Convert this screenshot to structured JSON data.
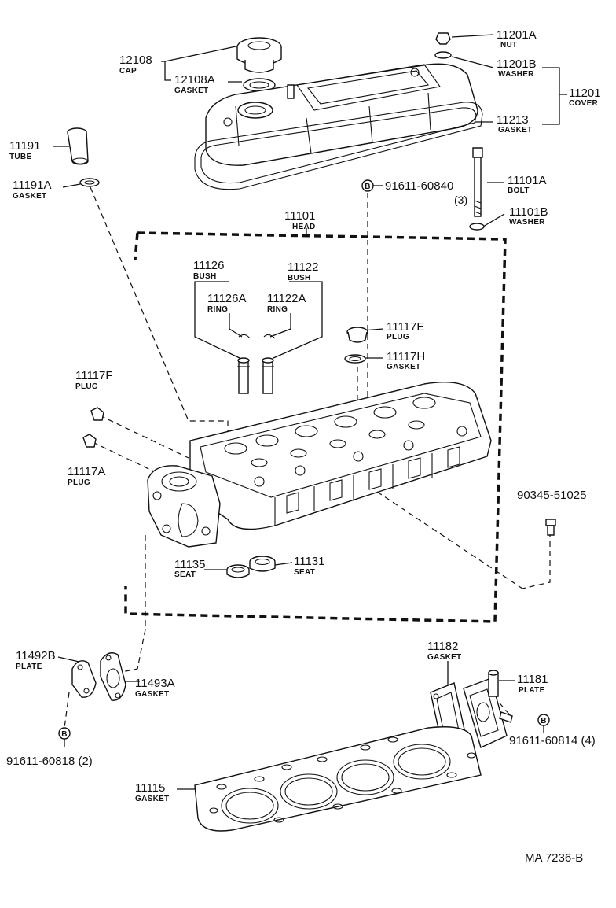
{
  "labels": {
    "p12108": {
      "num": "12108",
      "name": "CAP"
    },
    "p12108A": {
      "num": "12108A",
      "name": "GASKET"
    },
    "p11201A": {
      "num": "11201A",
      "name": "NUT"
    },
    "p11201B": {
      "num": "11201B",
      "name": "WASHER"
    },
    "p11201": {
      "num": "11201",
      "name": "COVER"
    },
    "p11213": {
      "num": "11213",
      "name": "GASKET"
    },
    "p11191": {
      "num": "11191",
      "name": "TUBE"
    },
    "p11191A": {
      "num": "11191A",
      "name": "GASKET"
    },
    "p91611_60840": {
      "num": "91611-60840",
      "qty": "(3)"
    },
    "p11101A": {
      "num": "11101A",
      "name": "BOLT"
    },
    "p11101B": {
      "num": "11101B",
      "name": "WASHER"
    },
    "p11101": {
      "num": "11101",
      "name": "HEAD"
    },
    "p11126": {
      "num": "11126",
      "name": "BUSH"
    },
    "p11122": {
      "num": "11122",
      "name": "BUSH"
    },
    "p11126A": {
      "num": "11126A",
      "name": "RING"
    },
    "p11122A": {
      "num": "11122A",
      "name": "RING"
    },
    "p11117E": {
      "num": "11117E",
      "name": "PLUG"
    },
    "p11117H": {
      "num": "11117H",
      "name": "GASKET"
    },
    "p11117F": {
      "num": "11117F",
      "name": "PLUG"
    },
    "p11117A": {
      "num": "11117A",
      "name": "PLUG"
    },
    "p90345_51025": {
      "num": "90345-51025"
    },
    "p11135": {
      "num": "11135",
      "name": "SEAT"
    },
    "p11131": {
      "num": "11131",
      "name": "SEAT"
    },
    "p11492B": {
      "num": "11492B",
      "name": "PLATE"
    },
    "p11493A": {
      "num": "11493A",
      "name": "GASKET"
    },
    "p91611_60818": {
      "num": "91611-60818 (2)"
    },
    "p11182": {
      "num": "11182",
      "name": "GASKET"
    },
    "p11181": {
      "num": "11181",
      "name": "PLATE"
    },
    "p91611_60814": {
      "num": "91611-60814 (4)"
    },
    "p11115": {
      "num": "11115",
      "name": "GASKET"
    }
  },
  "bolt_mark": "B",
  "figure_ref": "MA  7236-B"
}
